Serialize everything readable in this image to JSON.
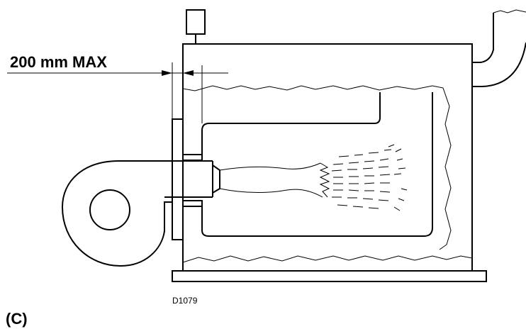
{
  "dimension_label": "200 mm MAX",
  "drawing_code": "D1079",
  "view_label": "(C)"
}
